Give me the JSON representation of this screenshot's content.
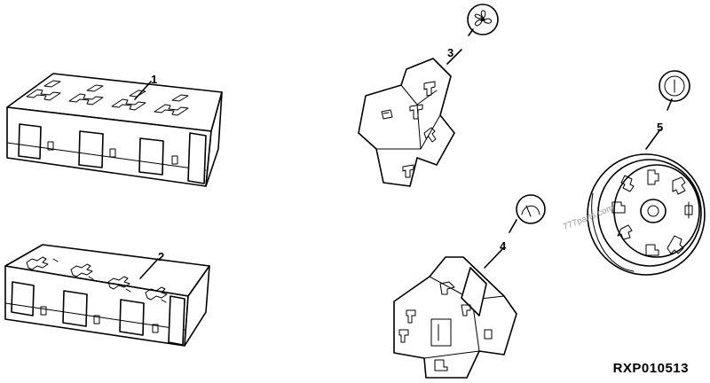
{
  "parts": [
    {
      "label": "1",
      "symbol": "",
      "icon": "relay-block-icon"
    },
    {
      "label": "2",
      "symbol": "",
      "icon": "relay-block-icon"
    },
    {
      "label": "3",
      "symbol": "fan",
      "icon": "fan-icon"
    },
    {
      "label": "4",
      "symbol": "wiper",
      "icon": "wiper-icon"
    },
    {
      "label": "5",
      "symbol": "power",
      "icon": "power-icon"
    }
  ],
  "reference_code": "RXP010513",
  "watermark": "777parts.com"
}
